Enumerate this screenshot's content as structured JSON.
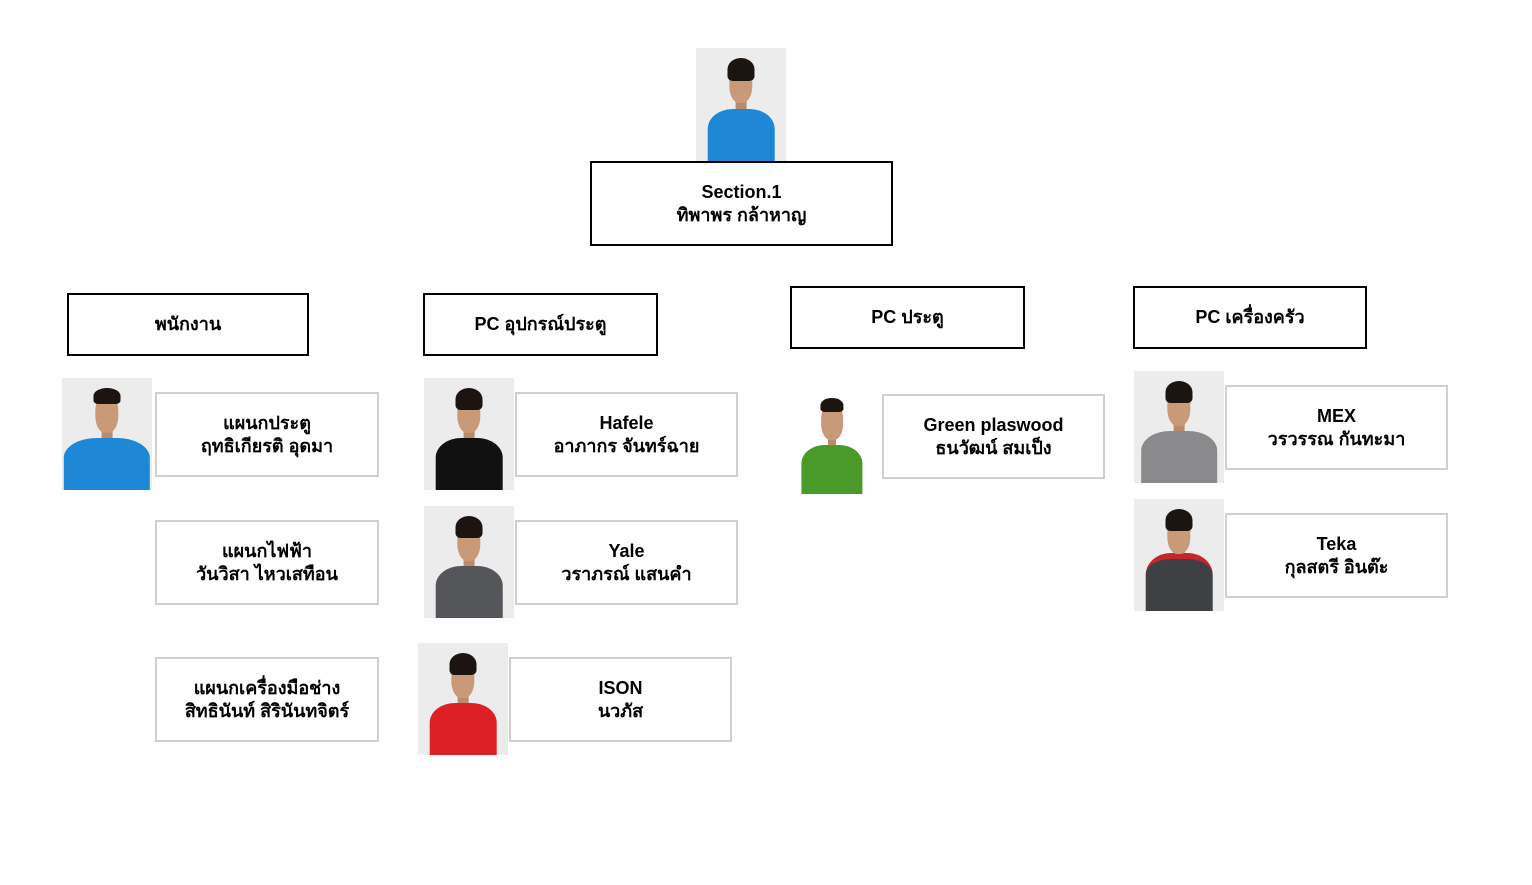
{
  "top": {
    "title": "Section.1",
    "name": "ทิพาพร กล้าหาญ",
    "shirt": "#1e88d6"
  },
  "headers": [
    {
      "label": "พนักงาน"
    },
    {
      "label": "PC อุปกรณ์ประตู"
    },
    {
      "label": "PC ประตู"
    },
    {
      "label": "PC เครื่องครัว"
    }
  ],
  "staff": [
    {
      "title": "แผนกประตู",
      "name": "ฤทธิเกียรติ อุดมา",
      "shirt": "#1e88d6"
    },
    {
      "title": "แผนกไฟฟ้า",
      "name": "วันวิสา ไหวเสทือน"
    },
    {
      "title": "แผนกเครื่องมือช่าง",
      "name": "สิทธินันท์ สิรินันทจิตร์"
    }
  ],
  "pc_door_equipment": [
    {
      "title": "Hafele",
      "name": "อาภากร จันทร์ฉาย",
      "shirt": "#111111"
    },
    {
      "title": "Yale",
      "name": "วราภรณ์ แสนคำ",
      "shirt": "#55565a"
    },
    {
      "title": "ISON",
      "name": "นวภัส",
      "shirt": "#dd1f26"
    }
  ],
  "pc_door": [
    {
      "title": "Green plaswood",
      "name": "ธนวัฒน์ สมเป็ง",
      "shirt": "#4a9a2a"
    }
  ],
  "pc_kitchen": [
    {
      "title": "MEX",
      "name": "วรวรรณ กันทะมา",
      "shirt": "#8a8a8c"
    },
    {
      "title": "Teka",
      "name": "กุลสตรี อินต๊ะ",
      "shirt": "#3f4044"
    }
  ]
}
